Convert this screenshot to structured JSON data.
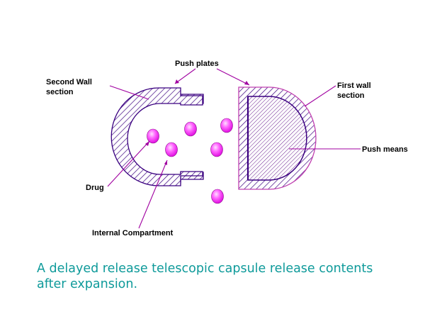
{
  "diagram": {
    "labels": {
      "push_plates": "Push plates",
      "second_wall_line1": "Second Wall",
      "second_wall_line2": "section",
      "first_wall_line1": "First wall",
      "first_wall_line2": "section",
      "push_means": "Push means",
      "drug": "Drug",
      "internal_compartment": "Internal Compartment"
    },
    "colors": {
      "capsule_outline": "#3a0080",
      "hatch": "#3a0080",
      "first_wall_outline": "#c040b0",
      "pointer_line": "#a000a0",
      "drug_fill": "#ff33ff",
      "drug_highlight": "#ffe0ff",
      "caption": "#0e9a9a"
    },
    "icons": [
      "capsule-second-wall-shape",
      "capsule-first-wall-shape",
      "drug-particle-icon"
    ]
  },
  "caption": {
    "line1": "A delayed release telescopic capsule release contents",
    "line2": "after expansion."
  }
}
